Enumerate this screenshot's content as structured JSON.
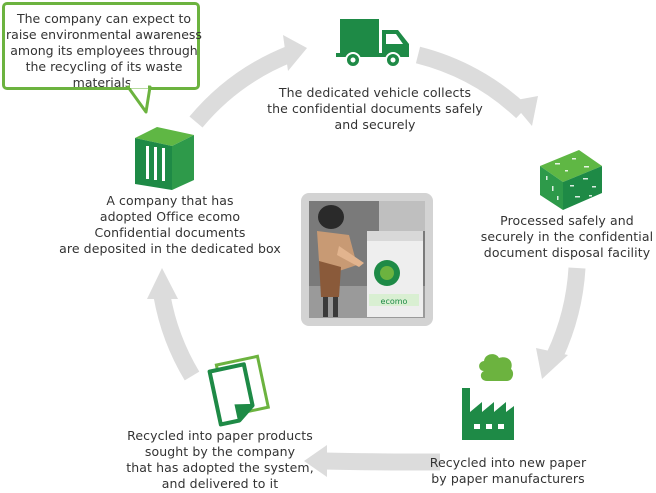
{
  "bubble": {
    "lines": [
      "The company can expect to",
      "raise environmental awareness",
      "among its employees through",
      "the recycling of its waste",
      "materials."
    ]
  },
  "steps": {
    "vehicle": {
      "icon": "truck-icon",
      "lines": [
        "The dedicated vehicle collects",
        "the confidential documents safely",
        "and securely"
      ]
    },
    "facility": {
      "icon": "shredder-cube-icon",
      "lines": [
        "Processed safely and",
        "securely in the confidential",
        "document disposal facility"
      ]
    },
    "factory": {
      "icon": "factory-icon",
      "lines": [
        "Recycled into new paper",
        "by paper manufacturers"
      ]
    },
    "products": {
      "icon": "paper-icon",
      "lines": [
        "Recycled into paper products",
        "sought by the company",
        "that has adopted the system,",
        "and delivered to it"
      ]
    },
    "company": {
      "icon": "collection-box-icon",
      "lines": [
        "A company that has",
        "adopted Office ecomo",
        "Confidential documents",
        "are deposited in the dedicated box"
      ]
    }
  },
  "photo": {
    "caption": "",
    "box_label": "ecomo"
  },
  "colors": {
    "green_dark": "#1e8a46",
    "green_light": "#6cb33f",
    "arrow": "#dcdcdc"
  }
}
